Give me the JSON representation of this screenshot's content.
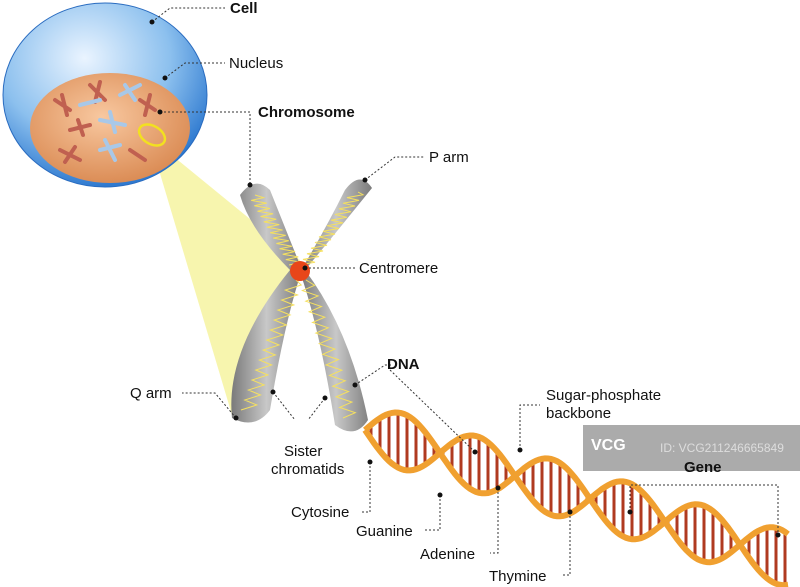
{
  "labels": {
    "cell": "Cell",
    "nucleus": "Nucleus",
    "chromosome": "Chromosome",
    "p_arm": "P arm",
    "centromere": "Centromere",
    "dna": "DNA",
    "q_arm": "Q arm",
    "sister_chromatids_1": "Sister",
    "sister_chromatids_2": "chromatids",
    "backbone_1": "Sugar-phosphate",
    "backbone_2": "backbone",
    "gene": "Gene",
    "cytosine": "Cytosine",
    "guanine": "Guanine",
    "adenine": "Adenine",
    "thymine": "Thymine"
  },
  "watermark": {
    "logo": "VCG",
    "id": "ID: VCG211246665849"
  },
  "colors": {
    "cell": "#4a90d9",
    "nucleus": "#e9a070",
    "chromosome": "#9a9a9a",
    "centromere": "#e8461a",
    "dna_strand": "#f0a030",
    "base_pair": "#b03a20",
    "projection": "#f6f3a0"
  }
}
